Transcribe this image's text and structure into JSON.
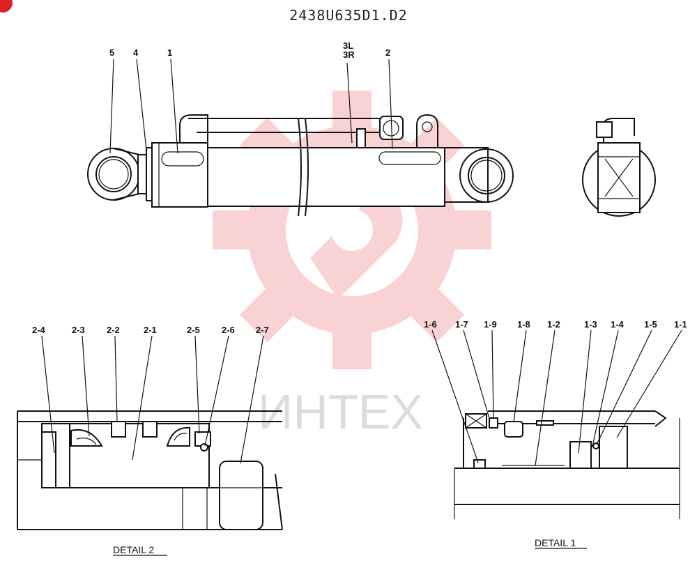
{
  "drawing": {
    "title": "2438U635D1.D2",
    "watermark_text": "ИНТЕХ",
    "watermark_color": "#f2a0a0",
    "corner_badge_color": "#e02020"
  },
  "main_view": {
    "labels": [
      "5",
      "4",
      "1",
      "3L",
      "3R",
      "2"
    ]
  },
  "detail_2": {
    "caption": "DETAIL 2",
    "labels": [
      "2-4",
      "2-3",
      "2-2",
      "2-1",
      "2-5",
      "2-6",
      "2-7"
    ]
  },
  "detail_1": {
    "caption": "DETAIL 1",
    "labels": [
      "1-6",
      "1-7",
      "1-9",
      "1-8",
      "1-2",
      "1-3",
      "1-4",
      "1-5",
      "1-1"
    ]
  }
}
